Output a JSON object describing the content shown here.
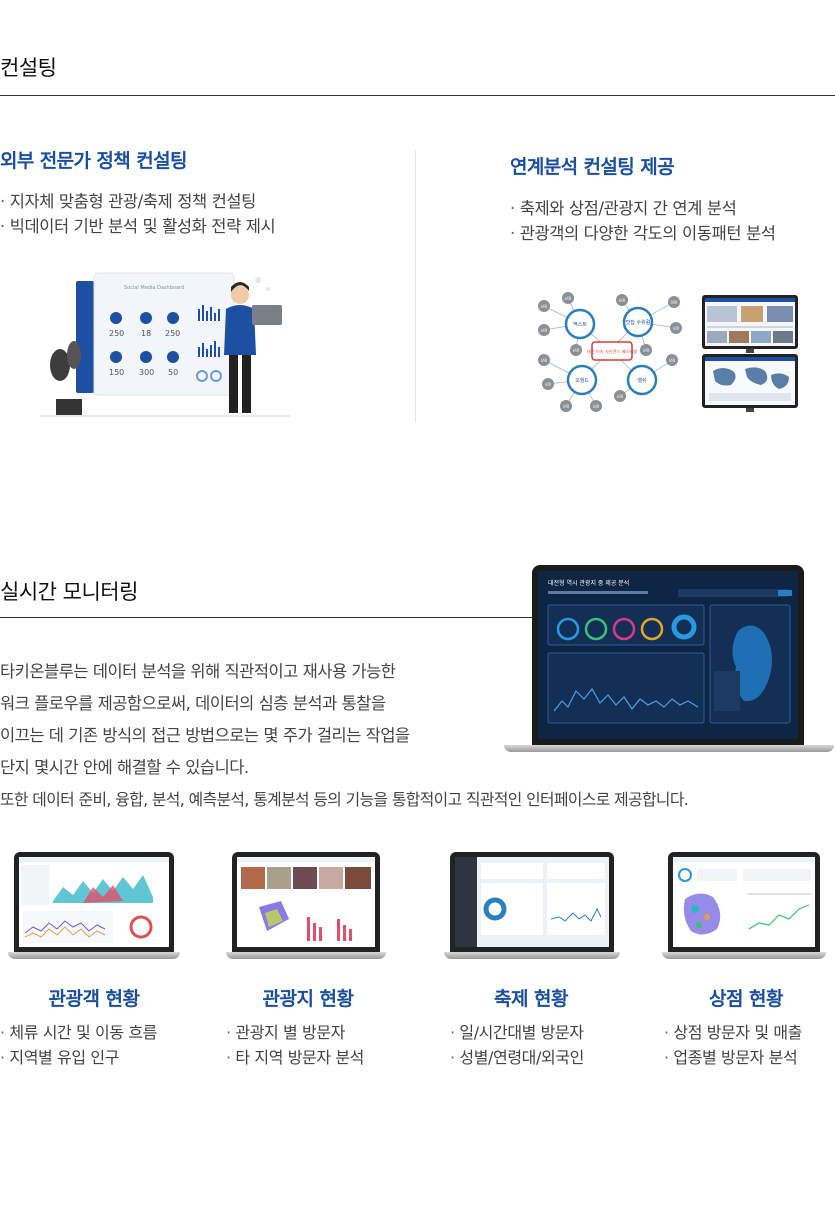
{
  "consulting": {
    "heading": "컨설팅",
    "left": {
      "title": "외부 전문가 정책 컨설팅",
      "bullets": [
        "지자체 맞춤형 관광/축제 정책 컨설팅",
        "빅데이터 기반 분석 및 활성화 전략 제시"
      ],
      "illustration": {
        "board_title": "Social Media Dashboard",
        "stats": [
          "250",
          "18",
          "250",
          "150",
          "300",
          "50"
        ]
      }
    },
    "right": {
      "title": "연계분석 컨설팅 제공",
      "bullets": [
        "축제와 상점/관광지 간 연계 분석",
        "관광객의 다양한 각도의 이동패턴 분석"
      ],
      "network": {
        "hub_labels": [
          "맥스트",
          "맛집 수위럼",
          "오월드",
          "벳쉬"
        ],
        "center_label": "대전 이슈 사이언스 페스티벌",
        "node_label": "상점"
      }
    }
  },
  "monitoring": {
    "heading": "실시간 모니터링",
    "paragraph": [
      "타키온블루는 데이터 분석을 위해 직관적이고 재사용 가능한",
      "워크 플로우를 제공함으로써, 데이터의 심층 분석과 통찰을",
      "이끄는 데 기존 방식의 접근 방법으로는 몇 주가 걸리는 작업을",
      "단지 몇시간 안에 해결할 수 있습니다.",
      "또한 데이터 준비, 융합, 분석, 예측분석, 통계분석 등의 기능을 통합적이고 직관적인 인터페이스로 제공합니다."
    ],
    "dashboard_title": "대전형 역시 관광지 중 제공 분석"
  },
  "cards": [
    {
      "title": "관광객 현황",
      "items": [
        "체류 시간 및 이동 흐름",
        "지역별 유입 인구"
      ]
    },
    {
      "title": "관광지 현황",
      "items": [
        "관광지 별 방문자",
        "타 지역 방문자 분석"
      ]
    },
    {
      "title": "축제 현황",
      "items": [
        "일/시간대별 방문자",
        "성별/연령대/외국인"
      ]
    },
    {
      "title": "상점 현황",
      "items": [
        "상점 방문자 및 매출",
        "업종별 방문자 분석"
      ]
    }
  ],
  "colors": {
    "accent": "#1a4fa0",
    "dark_screen": "#0f2544",
    "node_gray": "#8a9096",
    "hub_blue": "#2a7fc0",
    "alert_red": "#d93a3a"
  }
}
